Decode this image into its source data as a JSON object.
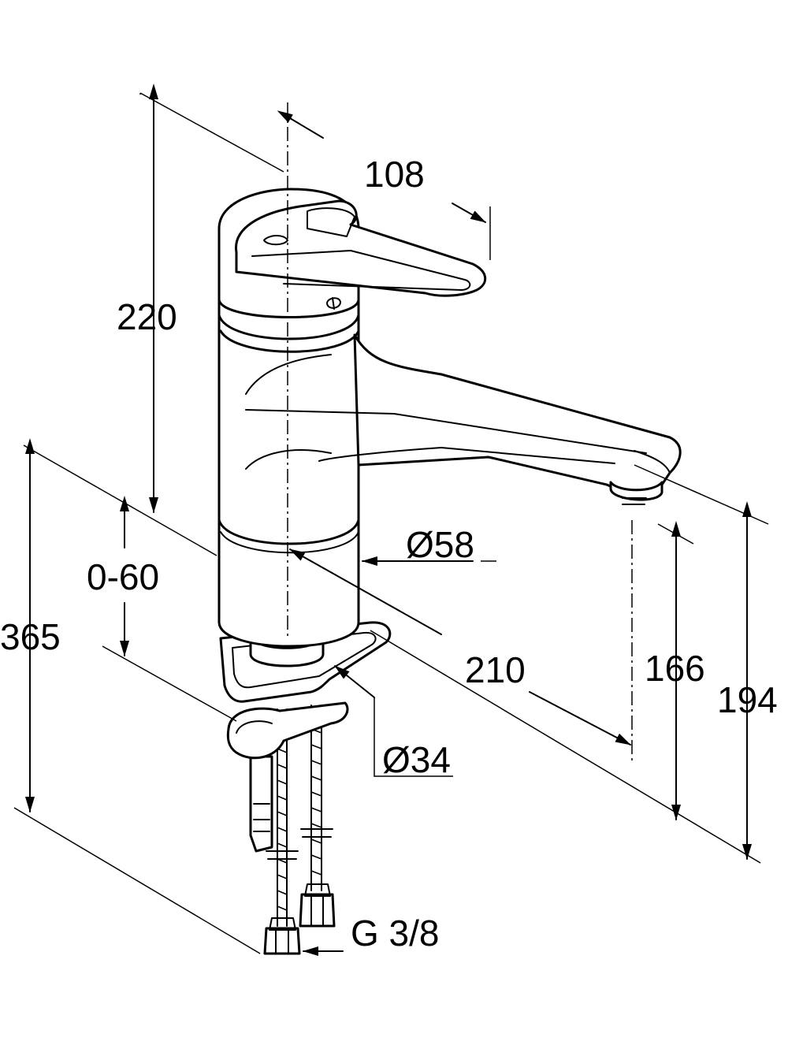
{
  "dimensions": {
    "width_108": "108",
    "height_220": "220",
    "height_0_60": "0-60",
    "height_365": "365",
    "diameter_58": "Ø58",
    "reach_210": "210",
    "height_166": "166",
    "height_194": "194",
    "diameter_34": "Ø34",
    "thread": "G 3/8"
  }
}
